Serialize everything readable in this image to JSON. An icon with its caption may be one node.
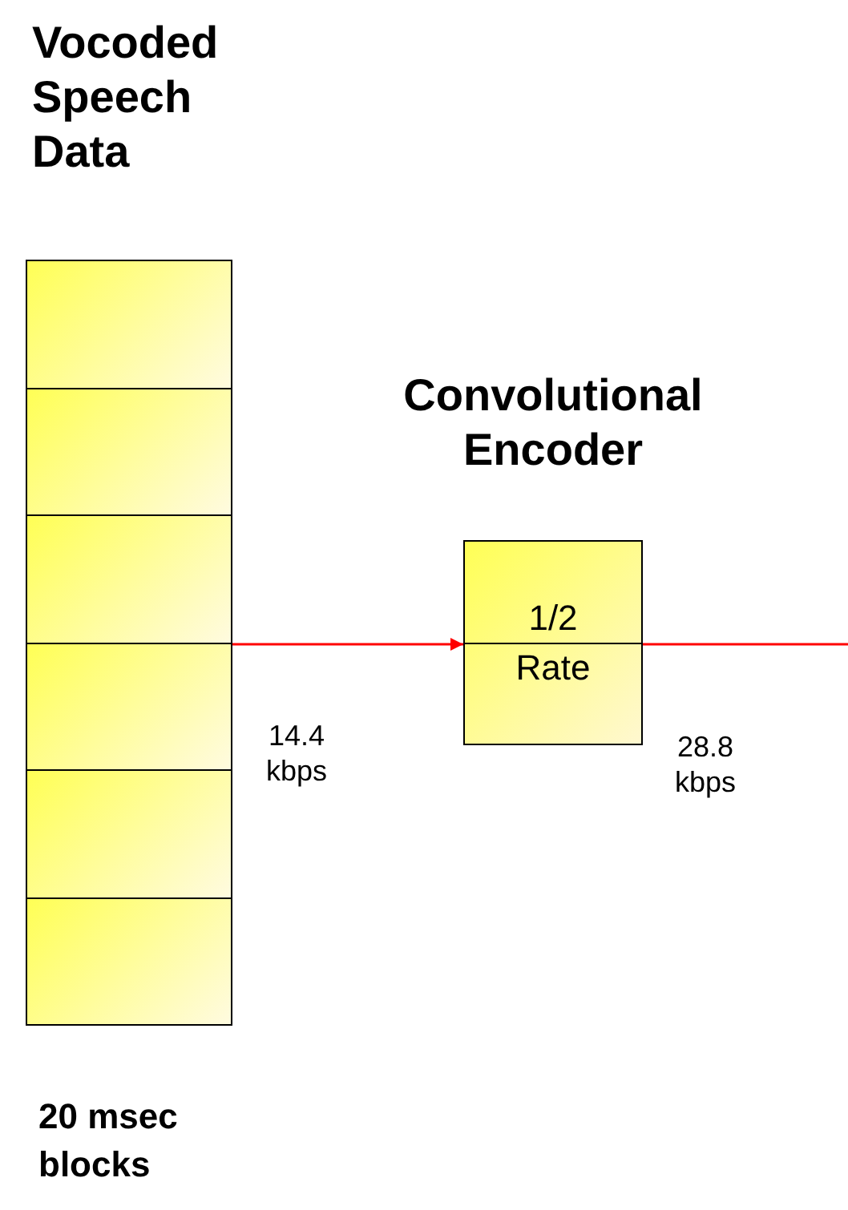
{
  "diagram": {
    "nodes": [
      {
        "text": [
          "Vocoded Speech Data"
        ],
        "beside": [
          "20 msec blocks"
        ]
      },
      {
        "text": [],
        "shape": "box",
        "in": 0
      },
      {
        "text": [],
        "shape": "box",
        "in": 0
      },
      {
        "text": [],
        "shape": "box",
        "in": 0
      },
      {
        "text": [],
        "shape": "box",
        "in": 0
      },
      {
        "text": [],
        "shape": "box",
        "in": 0
      },
      {
        "text": [],
        "shape": "box",
        "in": 0
      },
      {
        "text": [
          "Convolutional Encoder",
          "1/2",
          "Rate"
        ]
      }
    ],
    "edges": [
      {
        "from": 0,
        "to": 7,
        "arrow": "to",
        "label": "14.4 kbps",
        "color": "#ff0000"
      },
      {
        "from": 7,
        "to": null,
        "arrow": "none",
        "label": "28.8 kbps",
        "color": "#ff0000"
      }
    ]
  }
}
